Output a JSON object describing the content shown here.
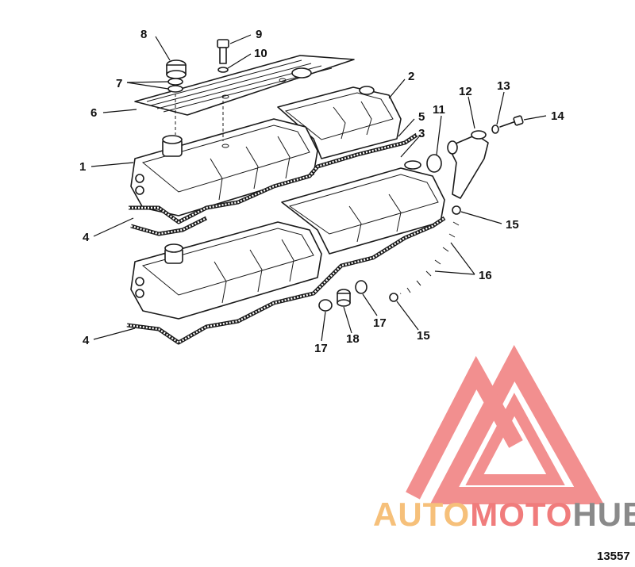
{
  "diagram": {
    "figure_number": "13557",
    "callouts": [
      {
        "id": "c1",
        "label": "1"
      },
      {
        "id": "c2",
        "label": "2"
      },
      {
        "id": "c3",
        "label": "3"
      },
      {
        "id": "c4a",
        "label": "4"
      },
      {
        "id": "c4b",
        "label": "4"
      },
      {
        "id": "c5",
        "label": "5"
      },
      {
        "id": "c6",
        "label": "6"
      },
      {
        "id": "c7",
        "label": "7"
      },
      {
        "id": "c8",
        "label": "8"
      },
      {
        "id": "c9",
        "label": "9"
      },
      {
        "id": "c10",
        "label": "10"
      },
      {
        "id": "c11",
        "label": "11"
      },
      {
        "id": "c12",
        "label": "12"
      },
      {
        "id": "c13",
        "label": "13"
      },
      {
        "id": "c14",
        "label": "14"
      },
      {
        "id": "c15a",
        "label": "15"
      },
      {
        "id": "c15b",
        "label": "15"
      },
      {
        "id": "c16",
        "label": "16"
      },
      {
        "id": "c17a",
        "label": "17"
      },
      {
        "id": "c17b",
        "label": "17"
      },
      {
        "id": "c18",
        "label": "18"
      }
    ]
  },
  "watermark": {
    "word_part1": "AUTO",
    "word_part2": "MOTO",
    "word_part3": "HUB",
    "color_light": "#f6c07a",
    "color_red": "#f07c7c",
    "color_gray": "#8a8a8a"
  }
}
